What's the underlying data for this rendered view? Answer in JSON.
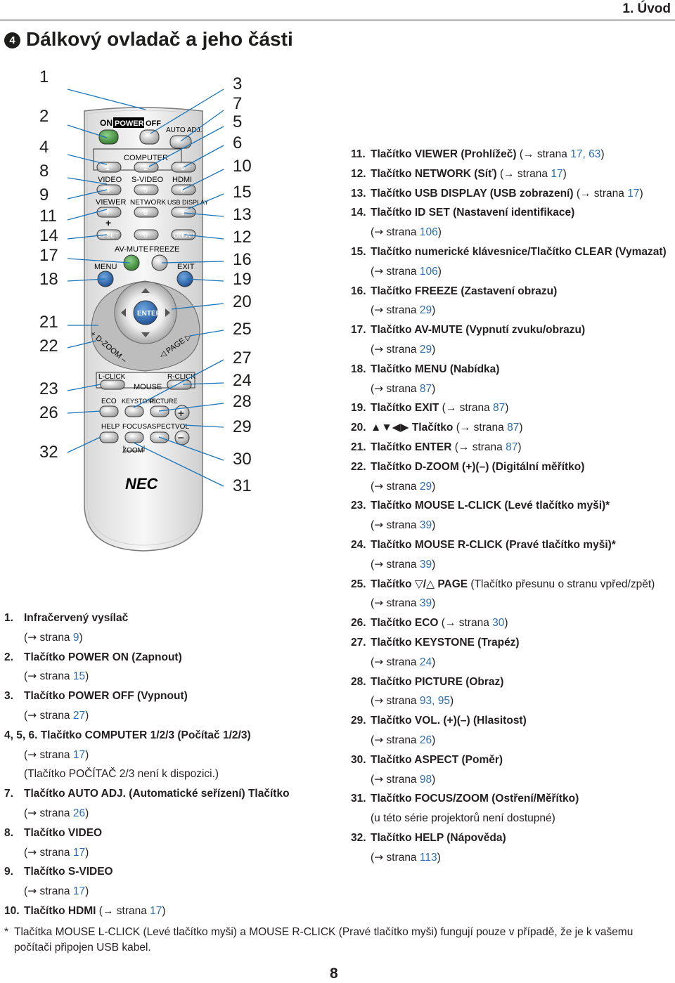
{
  "header": {
    "chapter": "1. Úvod"
  },
  "section": {
    "number": "4",
    "title": "Dálkový ovladač a jeho části"
  },
  "remote": {
    "labels": {
      "on": "ON",
      "power": "POWER",
      "off": "OFF",
      "auto_adj": "AUTO ADJ.",
      "computer": "COMPUTER",
      "b1": "1",
      "b2": "2",
      "b3": "3",
      "video": "VIDEO",
      "svideo": "S-VIDEO",
      "hdmi": "HDMI",
      "b4": "4",
      "b5": "5",
      "b6": "6",
      "viewer": "VIEWER",
      "network": "NETWORK",
      "usb_display": "USB DISPLAY",
      "b7": "7",
      "b8": "8",
      "b9": "9",
      "plus": "+",
      "id_set": "ID SET",
      "b0": "0",
      "clear": "CLEAR",
      "av_mute": "AV-MUTE",
      "freeze": "FREEZE",
      "menu": "MENU",
      "exit": "EXIT",
      "enter": "ENTER",
      "dzoom": "+ D-ZOOM –",
      "page": "◁ PAGE ▷",
      "lclick": "L-CLICK",
      "rclick": "R-CLICK",
      "mouse": "MOUSE",
      "eco": "ECO",
      "keystone": "KEYSTONE",
      "picture": "PICTURE",
      "help": "HELP",
      "focus": "FOCUS",
      "aspect": "ASPECT",
      "vol": "VOL",
      "zoom": "ZOOM",
      "vol_plus": "+",
      "vol_minus": "−",
      "brand": "NEC"
    },
    "callouts_left": [
      "1",
      "2",
      "4",
      "8",
      "9",
      "11",
      "14",
      "17",
      "18",
      "21",
      "22",
      "23",
      "26",
      "32"
    ],
    "callouts_right": [
      "3",
      "7",
      "5",
      "6",
      "10",
      "15",
      "13",
      "12",
      "16",
      "19",
      "20",
      "25",
      "27",
      "24",
      "28",
      "29",
      "30",
      "31"
    ]
  },
  "list_left": [
    {
      "n": "1.",
      "title": "Infračervený vysílač",
      "ref_prefix": "(",
      "arrow": "→",
      "ref_word": " strana ",
      "refs": "9",
      "ref_suffix": ")"
    },
    {
      "n": "2.",
      "title": "Tlačítko POWER ON (Zapnout)",
      "ref_prefix": "(",
      "arrow": "→",
      "ref_word": " strana ",
      "refs": "15",
      "ref_suffix": ")"
    },
    {
      "n": "3.",
      "title": "Tlačítko POWER OFF (Vypnout)",
      "ref_prefix": "(",
      "arrow": "→",
      "ref_word": " strana ",
      "refs": "27",
      "ref_suffix": ")"
    },
    {
      "n": "4, 5, 6.",
      "title": "Tlačítko COMPUTER 1/2/3 (Počítač 1/2/3)",
      "ref_prefix": "(",
      "arrow": "→",
      "ref_word": " strana ",
      "refs": "17",
      "ref_suffix": ")",
      "extra": "(Tlačítko POČÍTAČ 2/3 není k dispozici.)"
    },
    {
      "n": "7.",
      "title": "Tlačítko AUTO ADJ. (Automatické seřízení) Tlačítko",
      "ref_prefix": "(",
      "arrow": "→",
      "ref_word": " strana ",
      "refs": "26",
      "ref_suffix": ")"
    },
    {
      "n": "8.",
      "title": "Tlačítko VIDEO",
      "ref_prefix": "(",
      "arrow": "→",
      "ref_word": " strana ",
      "refs": "17",
      "ref_suffix": ")"
    },
    {
      "n": "9.",
      "title": "Tlačítko S-VIDEO",
      "ref_prefix": "(",
      "arrow": "→",
      "ref_word": " strana ",
      "refs": "17",
      "ref_suffix": ")"
    },
    {
      "n": "10.",
      "title": "Tlačítko HDMI",
      "inline_ref": "(→ strana ",
      "inline_refs": "17",
      "inline_end": ")"
    }
  ],
  "list_right": [
    {
      "n": "11.",
      "title": "Tlačítko VIEWER (Prohlížeč)",
      "inline_ref": "(→ strana ",
      "inline_refs": "17, 63",
      "inline_end": ")"
    },
    {
      "n": "12.",
      "title": "Tlačítko NETWORK (Síť)",
      "inline_ref": "(→ strana ",
      "inline_refs": "17",
      "inline_end": ")"
    },
    {
      "n": "13.",
      "title": "Tlačítko USB DISPLAY (USB zobrazení)",
      "inline_ref": "(→ strana ",
      "inline_refs": "17",
      "inline_end": ")"
    },
    {
      "n": "14.",
      "title": "Tlačítko ID SET (Nastavení identifikace)",
      "ref_prefix": "(",
      "arrow": "→",
      "ref_word": " strana ",
      "refs": "106",
      "ref_suffix": ")"
    },
    {
      "n": "15.",
      "title": "Tlačítko numerické klávesnice/Tlačítko CLEAR (Vymazat)",
      "ref_prefix": "(",
      "arrow": "→",
      "ref_word": " strana ",
      "refs": "106",
      "ref_suffix": ")"
    },
    {
      "n": "16.",
      "title": "Tlačítko FREEZE (Zastavení obrazu)",
      "ref_prefix": "(",
      "arrow": "→",
      "ref_word": " strana ",
      "refs": "29",
      "ref_suffix": ")"
    },
    {
      "n": "17.",
      "title": "Tlačítko AV-MUTE (Vypnutí zvuku/obrazu)",
      "ref_prefix": "(",
      "arrow": "→",
      "ref_word": " strana ",
      "refs": "29",
      "ref_suffix": ")"
    },
    {
      "n": "18.",
      "title": "Tlačítko MENU (Nabídka)",
      "ref_prefix": "(",
      "arrow": "→",
      "ref_word": " strana ",
      "refs": "87",
      "ref_suffix": ")"
    },
    {
      "n": "19.",
      "title": "Tlačítko EXIT",
      "inline_ref": "(→ strana ",
      "inline_refs": "87",
      "inline_end": ")"
    },
    {
      "n": "20.",
      "title": "▲▼◀▶ Tlačítko",
      "inline_ref": "(→ strana ",
      "inline_refs": "87",
      "inline_end": ")"
    },
    {
      "n": "21.",
      "title": "Tlačítko ENTER",
      "inline_ref": "(→ strana ",
      "inline_refs": "87",
      "inline_end": ")"
    },
    {
      "n": "22.",
      "title": "Tlačítko D-ZOOM (+)(–) (Digitální měřítko)",
      "ref_prefix": "(",
      "arrow": "→",
      "ref_word": " strana ",
      "refs": "29",
      "ref_suffix": ")"
    },
    {
      "n": "23.",
      "title": "Tlačítko MOUSE L-CLICK (Levé tlačítko myši)*",
      "ref_prefix": "(",
      "arrow": "→",
      "ref_word": " strana ",
      "refs": "39",
      "ref_suffix": ")"
    },
    {
      "n": "24.",
      "title": "Tlačítko MOUSE R-CLICK (Pravé tlačítko myši)*",
      "ref_prefix": "(",
      "arrow": "→",
      "ref_word": " strana ",
      "refs": "39",
      "ref_suffix": ")"
    },
    {
      "n": "25.",
      "title": "Tlačítko ▽/△ PAGE",
      "title_rest": " (Tlačítko přesunu o stranu vpřed/zpět)",
      "ref_prefix": "(",
      "arrow": "→",
      "ref_word": " strana ",
      "refs": "39",
      "ref_suffix": ")"
    },
    {
      "n": "26.",
      "title": "Tlačítko ECO",
      "inline_ref": "(→ strana ",
      "inline_refs": "30",
      "inline_end": ")"
    },
    {
      "n": "27.",
      "title": "Tlačítko KEYSTONE (Trapéz)",
      "ref_prefix": "(",
      "arrow": "→",
      "ref_word": " strana ",
      "refs": "24",
      "ref_suffix": ")"
    },
    {
      "n": "28.",
      "title": "Tlačítko PICTURE (Obraz)",
      "ref_prefix": "(",
      "arrow": "→",
      "ref_word": " strana ",
      "refs": "93, 95",
      "ref_suffix": ")"
    },
    {
      "n": "29.",
      "title": "Tlačítko VOL. (+)(–) (Hlasitost)",
      "ref_prefix": "(",
      "arrow": "→",
      "ref_word": " strana ",
      "refs": "26",
      "ref_suffix": ")"
    },
    {
      "n": "30.",
      "title": "Tlačítko ASPECT (Poměr)",
      "ref_prefix": "(",
      "arrow": "→",
      "ref_word": " strana ",
      "refs": "98",
      "ref_suffix": ")"
    },
    {
      "n": "31.",
      "title": "Tlačítko FOCUS/ZOOM (Ostření/Měřítko)",
      "extra_plain": "(u této série projektorů není dostupné)"
    },
    {
      "n": "32.",
      "title": "Tlačítko HELP (Nápověda)",
      "ref_prefix": "(",
      "arrow": "→",
      "ref_word": " strana ",
      "refs": "113",
      "ref_suffix": ")"
    }
  ],
  "footnote": {
    "star": "*",
    "text": "Tlačítka MOUSE L-CLICK (Levé tlačítko myši) a MOUSE R-CLICK (Pravé tlačítko myši) fungují pouze v případě, že je k vašemu počítači připojen USB kabel."
  },
  "page_number": "8",
  "colors": {
    "link": "#2b6db0",
    "callout_line": "#1a75bb",
    "remote_body": "#eeeeee",
    "button_dark": "#1f1f1f",
    "green": "#4f9a4a"
  }
}
